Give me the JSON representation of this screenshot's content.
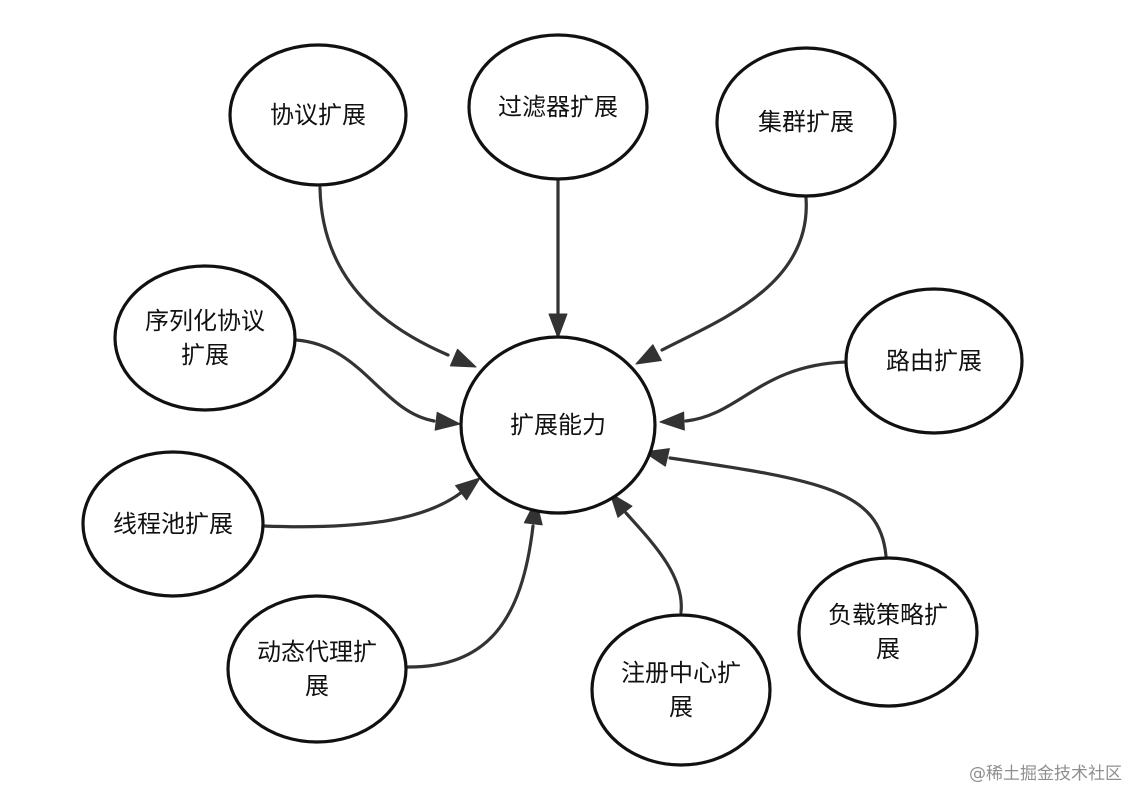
{
  "diagram": {
    "center": {
      "label": "扩展能力"
    },
    "nodes": [
      {
        "id": "protocol",
        "lines": [
          "协议扩展"
        ]
      },
      {
        "id": "filter",
        "lines": [
          "过滤器扩展"
        ]
      },
      {
        "id": "cluster",
        "lines": [
          "集群扩展"
        ]
      },
      {
        "id": "serialization",
        "lines": [
          "序列化协议",
          "扩展"
        ]
      },
      {
        "id": "router",
        "lines": [
          "路由扩展"
        ]
      },
      {
        "id": "threadpool",
        "lines": [
          "线程池扩展"
        ]
      },
      {
        "id": "proxy",
        "lines": [
          "动态代理扩",
          "展"
        ]
      },
      {
        "id": "registry",
        "lines": [
          "注册中心扩",
          "展"
        ]
      },
      {
        "id": "loadbalance",
        "lines": [
          "负载策略扩",
          "展"
        ]
      }
    ],
    "edges": [
      {
        "from": "protocol",
        "to": "center"
      },
      {
        "from": "filter",
        "to": "center"
      },
      {
        "from": "cluster",
        "to": "center"
      },
      {
        "from": "serialization",
        "to": "center"
      },
      {
        "from": "router",
        "to": "center"
      },
      {
        "from": "threadpool",
        "to": "center"
      },
      {
        "from": "proxy",
        "to": "center"
      },
      {
        "from": "registry",
        "to": "center"
      },
      {
        "from": "loadbalance",
        "to": "center"
      }
    ]
  },
  "watermark": "@稀土掘金技术社区",
  "colors": {
    "node_stroke": "#111111",
    "edge": "#333333",
    "text": "#111111",
    "watermark": "#8f8f8f",
    "background": "#ffffff"
  }
}
